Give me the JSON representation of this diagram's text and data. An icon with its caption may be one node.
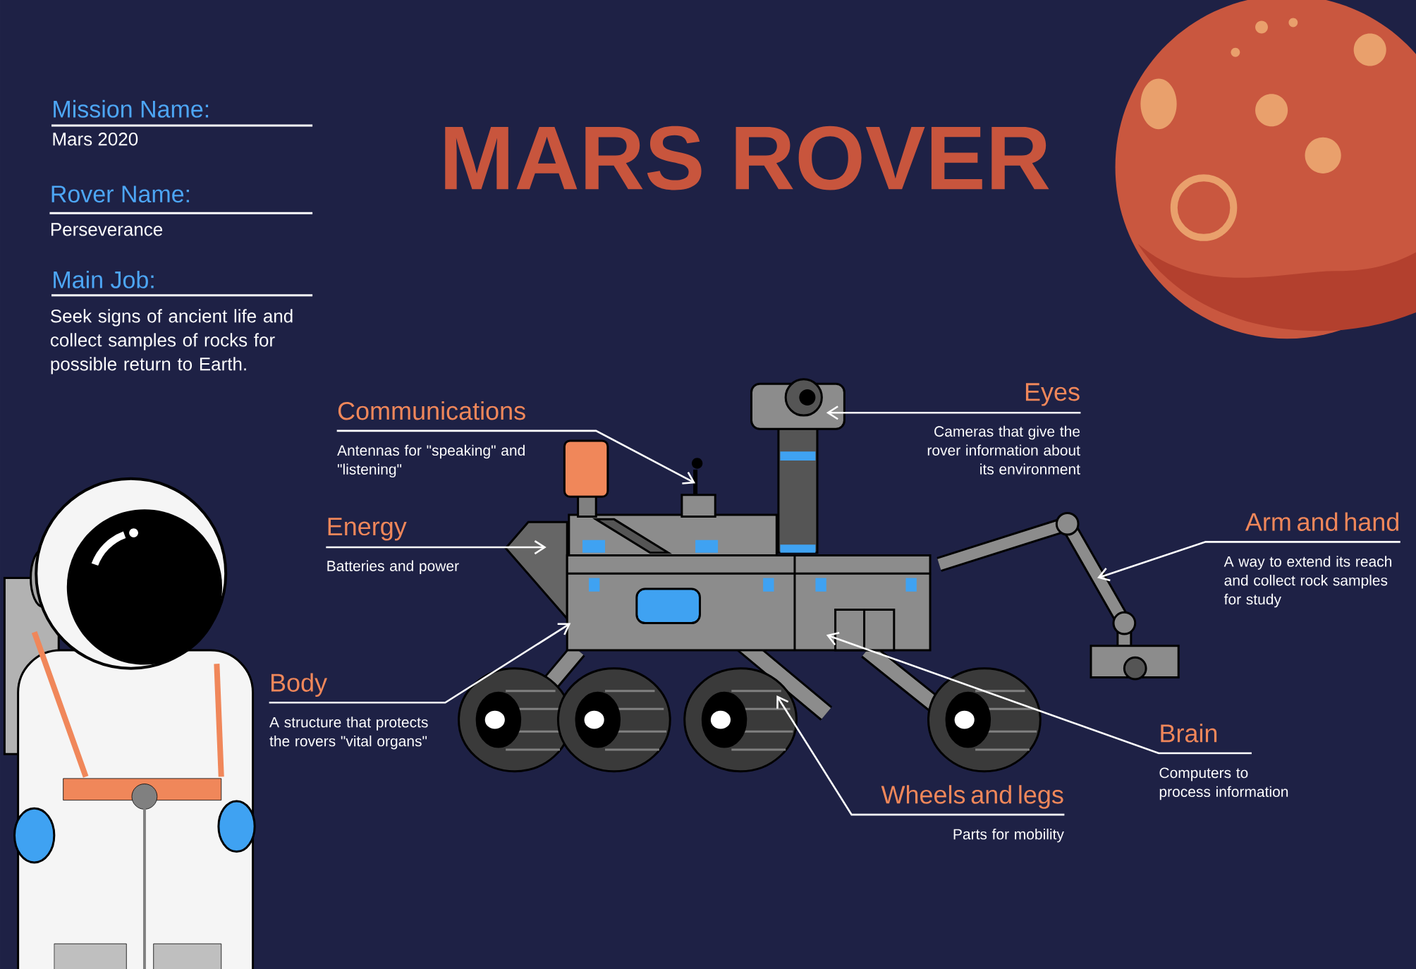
{
  "diagram": {
    "title": "MARS ROVER",
    "nodes": [
      {
        "text": [
          "Communications",
          "Antennas for \"speaking\" and \"listening\""
        ]
      },
      {
        "text": [
          "Eyes",
          "Cameras that give the rover information about its environment"
        ]
      },
      {
        "text": [
          "Energy",
          "Batteries and power"
        ]
      },
      {
        "text": [
          "Arm and hand",
          "A way to extend its reach and collect rock samples for study"
        ]
      },
      {
        "text": [
          "Body",
          "A structure that protects the rovers \"vital organs\""
        ]
      },
      {
        "text": [
          "Brain",
          "Computers to process information"
        ]
      },
      {
        "text": [
          "Wheels and legs",
          "Parts for mobility"
        ]
      }
    ],
    "edges": [
      {
        "from": 0,
        "to": null,
        "arrow": "to"
      },
      {
        "from": 1,
        "to": null,
        "arrow": "to"
      },
      {
        "from": 2,
        "to": null,
        "arrow": "to"
      },
      {
        "from": 3,
        "to": null,
        "arrow": "to"
      },
      {
        "from": 4,
        "to": null,
        "arrow": "to"
      },
      {
        "from": 5,
        "to": null,
        "arrow": "to"
      },
      {
        "from": 6,
        "to": null,
        "arrow": "to"
      }
    ],
    "labels": [
      "Mission Name:",
      "Mars 2020",
      "Rover Name:",
      "Perseverance",
      "Main Job:",
      "Seek signs of ancient life and collect samples of rocks for possible return to Earth."
    ]
  }
}
